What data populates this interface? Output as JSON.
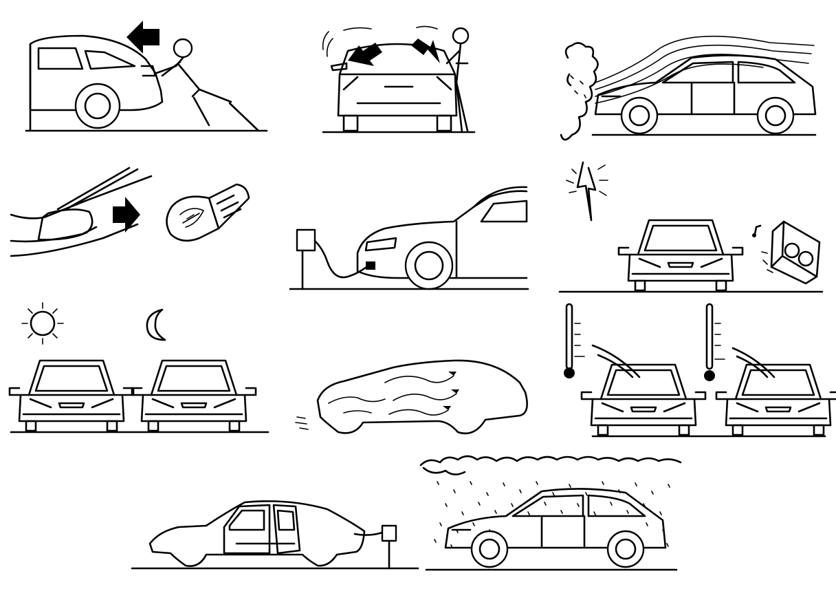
{
  "colors": {
    "ink": "#000000",
    "paper": "#ffffff"
  },
  "panels": [
    {
      "name": "panel-pushing-car",
      "icons": [
        "car-icon",
        "person-icon",
        "arrow-left-icon"
      ]
    },
    {
      "name": "panel-opening-tailgate",
      "icons": [
        "car-rear-icon",
        "person-icon",
        "arrow-icon"
      ]
    },
    {
      "name": "panel-exhaust-smoke",
      "icons": [
        "car-icon",
        "smoke-icon",
        "airflow-lines-icon"
      ]
    },
    {
      "name": "panel-tail-light-bulb",
      "icons": [
        "tail-light-icon",
        "arrow-right-icon",
        "bulb-icon"
      ]
    },
    {
      "name": "panel-charging-car",
      "icons": [
        "car-icon",
        "charger-icon",
        "cable-icon"
      ]
    },
    {
      "name": "panel-lightning-radio",
      "icons": [
        "lightning-icon",
        "car-front-icon",
        "radio-icon",
        "music-note-icon"
      ]
    },
    {
      "name": "panel-day-night",
      "icons": [
        "sun-icon",
        "moon-icon",
        "car-front-icon"
      ]
    },
    {
      "name": "panel-airflow-car",
      "icons": [
        "car-outline-icon",
        "airflow-lines-icon"
      ]
    },
    {
      "name": "panel-temperature",
      "icons": [
        "thermometer-icon",
        "car-front-icon",
        "wiper-icon"
      ]
    },
    {
      "name": "panel-open-doors-charger",
      "icons": [
        "car-outline-icon",
        "open-door-icon",
        "charger-icon"
      ]
    },
    {
      "name": "panel-rain-car",
      "icons": [
        "cloud-icon",
        "rain-icon",
        "car-icon"
      ]
    }
  ]
}
